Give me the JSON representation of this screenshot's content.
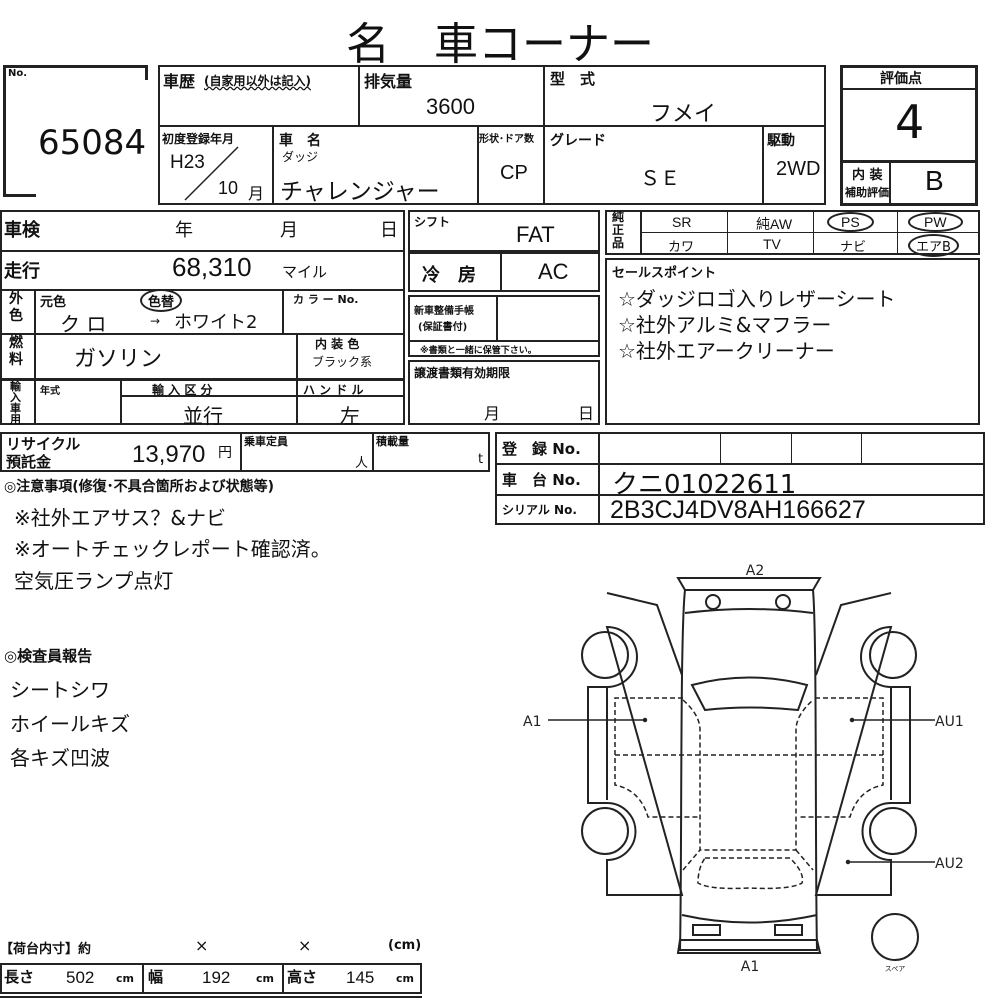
{
  "title": "名　車コーナー",
  "lot": {
    "label": "No.",
    "value": "65084"
  },
  "history": {
    "label": "車歴",
    "note": "(自家用以外は記入)",
    "value": ""
  },
  "displacement": {
    "label": "排気量",
    "value": "3600"
  },
  "model_code": {
    "label": "型　式",
    "value": "フメイ"
  },
  "first_reg": {
    "label": "初度登録年月",
    "era_year": "H23",
    "month": "10",
    "month_unit": "月"
  },
  "car_name": {
    "label": "車　名",
    "maker": "ダッジ",
    "value": "チャレンジャー"
  },
  "body": {
    "label": "形状･ドア数",
    "value": "CP"
  },
  "grade": {
    "label": "グレード",
    "value": "ＳＥ"
  },
  "drive": {
    "label": "駆動",
    "value": "2WD"
  },
  "score": {
    "label": "評価点",
    "value": "4",
    "interior_label1": "内 装",
    "interior_label2": "補助評価",
    "interior_value": "B"
  },
  "inspection": {
    "label": "車検",
    "year": "年",
    "month": "月",
    "day": "日"
  },
  "mileage": {
    "label": "走行",
    "value": "68,310",
    "unit": "マイル"
  },
  "exterior": {
    "label": "外色",
    "orig_label": "元色",
    "changed_label": "色替",
    "orig": "ク ロ",
    "arrow": "→",
    "new": "ホワイト2",
    "color_no_label": "カ ラ ー No."
  },
  "fuel": {
    "label": "燃料",
    "value": "ガソリン",
    "interior_color_label": "内 装 色",
    "interior_color": "ブラック系"
  },
  "import": {
    "label": "輸入車用",
    "year_label": "年式",
    "class_label": "輸 入 区 分",
    "class": "並行",
    "handle_label": "ハ ン ド ル",
    "handle": "左"
  },
  "shift": {
    "label": "シフト",
    "value": "FAT"
  },
  "ac": {
    "label": "冷　房",
    "value": "AC"
  },
  "manual": {
    "label1": "新車整備手帳",
    "label2": "(保証書付)",
    "note": "※書類と一緒に保管下さい。"
  },
  "transfer": {
    "label": "譲渡書類有効期限",
    "month": "月",
    "day": "日"
  },
  "equipment": {
    "label": "純正品",
    "row1": [
      "SR",
      "純AW",
      "PS",
      "PW"
    ],
    "row2": [
      "カワ",
      "TV",
      "ナビ",
      "エアB"
    ]
  },
  "sales_points": {
    "label": "セールスポイント",
    "items": [
      "☆ダッジロゴ入りレザーシート",
      "☆社外アルミ&マフラー",
      "☆社外エアークリーナー"
    ]
  },
  "recycle": {
    "label1": "リサイクル",
    "label2": "預託金",
    "value": "13,970",
    "unit": "円"
  },
  "capacity": {
    "label": "乗車定員",
    "unit": "人"
  },
  "load": {
    "label": "積載量",
    "unit": "t"
  },
  "registration": {
    "reg_label": "登　録 No.",
    "chassis_label": "車　台 No.",
    "chassis": "クニ01022611",
    "serial_label": "シリアル No.",
    "serial": "2B3CJ4DV8AH166627"
  },
  "notes": {
    "label": "◎注意事項(修復･不具合箇所および状態等)",
    "items": [
      "※社外エアサス？&ナビ",
      "※オートチェックレポート確認済。",
      "空気圧ランプ点灯"
    ]
  },
  "inspector": {
    "label": "◎検査員報告",
    "items": [
      "シートシワ",
      "ホイールキズ",
      "各キズ凹波"
    ]
  },
  "diagram": {
    "top": "A2",
    "left": "A1",
    "right_front": "AU1",
    "right_rear": "AU2",
    "bottom": "A1",
    "spare": "スペア"
  },
  "cargo": {
    "label": "【荷台内寸】約",
    "x1": "×",
    "x2": "×",
    "unit": "(cm)",
    "length_label": "長さ",
    "length": "502",
    "width_label": "幅",
    "width": "192",
    "height_label": "高さ",
    "height": "145",
    "cm": "cm"
  }
}
